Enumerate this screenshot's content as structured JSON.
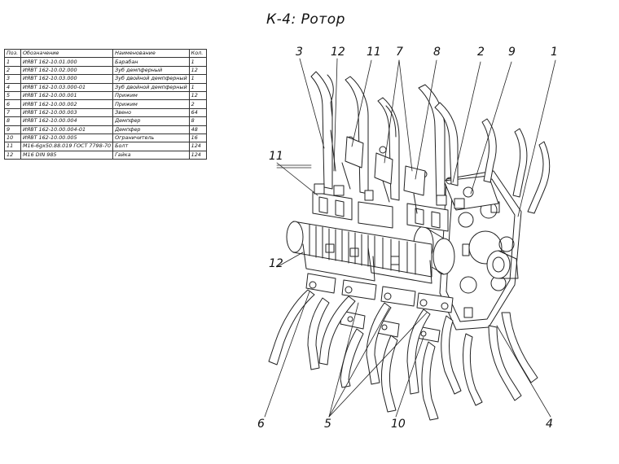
{
  "title": "К-4: Ротор",
  "spec_table": {
    "headers": [
      "Поз.",
      "Обозначение",
      "Наименование",
      "Кол."
    ],
    "rows": [
      [
        "1",
        "ИЯВТ 162-10.01.000",
        "Барабан",
        "1"
      ],
      [
        "2",
        "ИЯВТ 162-10.02.000",
        "Зуб демпферный",
        "12"
      ],
      [
        "3",
        "ИЯВТ 162-10.03.000",
        "Зуб двойной демпферный",
        "1"
      ],
      [
        "4",
        "ИЯВТ 162-10.03.000-01",
        "Зуб двойной демпферный",
        "1"
      ],
      [
        "5",
        "ИЯВТ 162-10.00.001",
        "Прижим",
        "12"
      ],
      [
        "6",
        "ИЯВТ 162-10.00.002",
        "Прижим",
        "2"
      ],
      [
        "7",
        "ИЯВТ 162-10.00.003",
        "Звено",
        "64"
      ],
      [
        "8",
        "ИЯВТ 162-10.00.004",
        "Демпфер",
        "8"
      ],
      [
        "9",
        "ИЯВТ 162-10.00.004-01",
        "Демпфер",
        "48"
      ],
      [
        "10",
        "ИЯВТ 162-10.00.005",
        "Ограничитель",
        "16"
      ],
      [
        "11",
        "М16-6gх50.88.019 ГОСТ 7798-70",
        "Болт",
        "124"
      ],
      [
        "12",
        "М16 DIN 985",
        "Гайка",
        "124"
      ]
    ]
  },
  "callouts": {
    "c3": "3",
    "c12a": "12",
    "c11a": "11",
    "c7": "7",
    "c8": "8",
    "c2": "2",
    "c9": "9",
    "c1": "1",
    "c11b": "11",
    "c12b": "12",
    "c6": "6",
    "c5": "5",
    "c10": "10",
    "c4": "4"
  }
}
